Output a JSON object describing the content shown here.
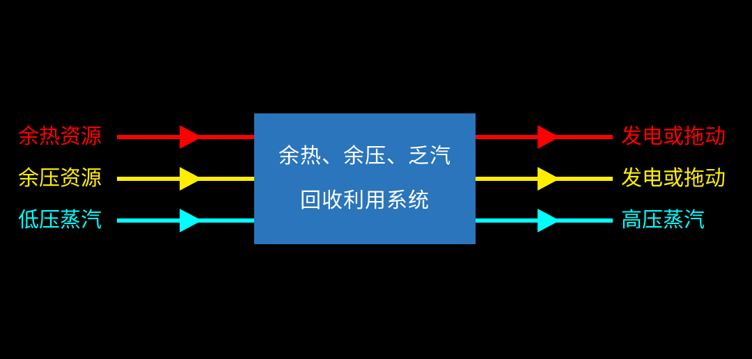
{
  "colors": {
    "background": "#000000",
    "box_fill": "#2a75bb",
    "box_text": "#ffffff",
    "heat": "#ff0000",
    "pressure": "#ffee00",
    "steam": "#00ffff"
  },
  "center_box": {
    "line1": "余热、余压、乏汽",
    "line2": "回收利用系统"
  },
  "inputs": [
    {
      "label": "余热资源",
      "color_key": "heat"
    },
    {
      "label": "余压资源",
      "color_key": "pressure"
    },
    {
      "label": "低压蒸汽",
      "color_key": "steam"
    }
  ],
  "outputs": [
    {
      "label": "发电或拖动",
      "color_key": "heat"
    },
    {
      "label": "发电或拖动",
      "color_key": "pressure"
    },
    {
      "label": "高压蒸汽",
      "color_key": "steam"
    }
  ]
}
